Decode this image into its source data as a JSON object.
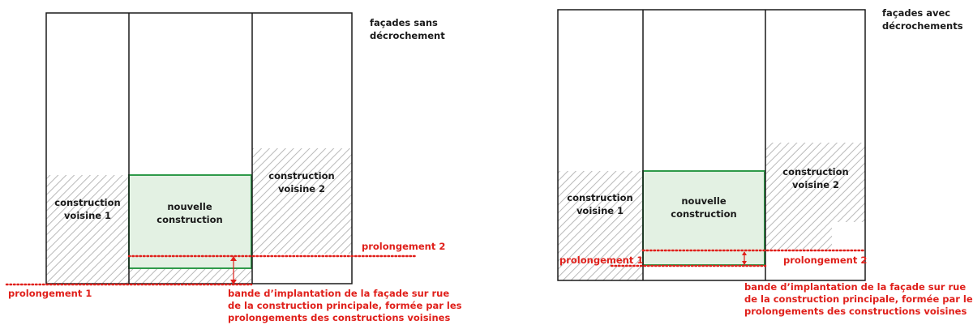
{
  "left_panel": {
    "title_line1": "façades sans",
    "title_line2": "décrochement",
    "voisine1_line1": "construction",
    "voisine1_line2": "voisine 1",
    "nouvelle_line1": "nouvelle",
    "nouvelle_line2": "construction",
    "voisine2_line1": "construction",
    "voisine2_line2": "voisine 2",
    "prolongement1": "prolongement 1",
    "prolongement2": "prolongement 2",
    "bande_line1": "bande d’implantation de la façade sur rue",
    "bande_line2": "de la construction principale, formée par les",
    "bande_line3": "prolongements des constructions voisines"
  },
  "right_panel": {
    "title_line1": "façades avec",
    "title_line2": "décrochements",
    "voisine1_line1": "construction",
    "voisine1_line2": "voisine 1",
    "nouvelle_line1": "nouvelle",
    "nouvelle_line2": "construction",
    "voisine2_line1": "construction",
    "voisine2_line2": "voisine 2",
    "prolongement1": "prolongement 1",
    "prolongement2": "prolongement 2",
    "bande_line1": "bande d’implantation de la façade sur rue",
    "bande_line2": "de la construction principale, formée par les",
    "bande_line3": "prolongements des constructions voisines"
  },
  "colors": {
    "outline": "#1a1a1a",
    "hatch": "#b9b9b9",
    "new_fill": "#e3f1e3",
    "new_border": "#2f9a4a",
    "accent_red": "#e0201b"
  }
}
